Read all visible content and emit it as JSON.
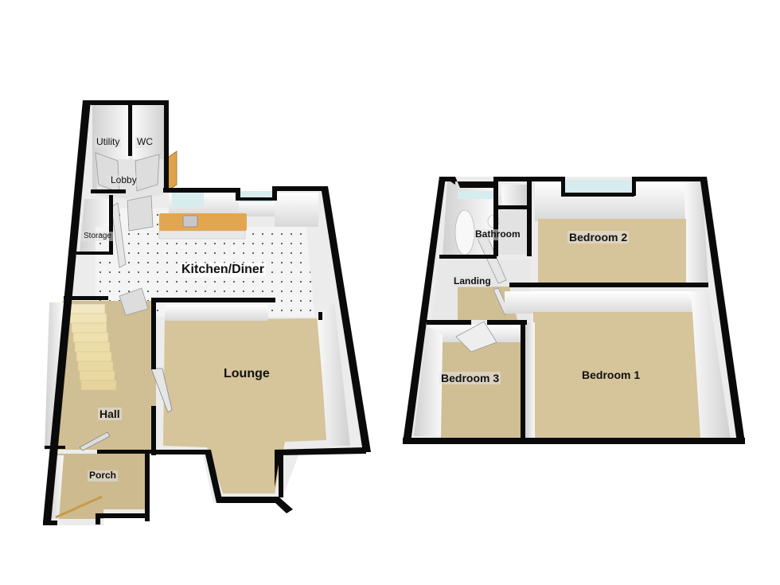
{
  "floor_plan": {
    "colors": {
      "wall": "#0a0a0a",
      "carpet": "#d6c49a",
      "tile_floor": "#f2f2f2",
      "tile_dot": "#555555",
      "wall_inner": "#e6e6e6",
      "worktop": "#e3a650",
      "window_glass": "#d7ecef",
      "stairs": "#efe0b0"
    },
    "ground_floor": {
      "rooms": [
        {
          "id": "utility",
          "label": "Utility"
        },
        {
          "id": "wc",
          "label": "WC"
        },
        {
          "id": "lobby",
          "label": "Lobby"
        },
        {
          "id": "storage",
          "label": "Storage"
        },
        {
          "id": "kitchen_diner",
          "label": "Kitchen/Diner"
        },
        {
          "id": "lounge",
          "label": "Lounge"
        },
        {
          "id": "hall",
          "label": "Hall"
        },
        {
          "id": "porch",
          "label": "Porch"
        }
      ]
    },
    "first_floor": {
      "rooms": [
        {
          "id": "bathroom",
          "label": "Bathroom"
        },
        {
          "id": "bedroom2",
          "label": "Bedroom 2"
        },
        {
          "id": "landing",
          "label": "Landing"
        },
        {
          "id": "bedroom3",
          "label": "Bedroom 3"
        },
        {
          "id": "bedroom1",
          "label": "Bedroom 1"
        }
      ]
    }
  }
}
